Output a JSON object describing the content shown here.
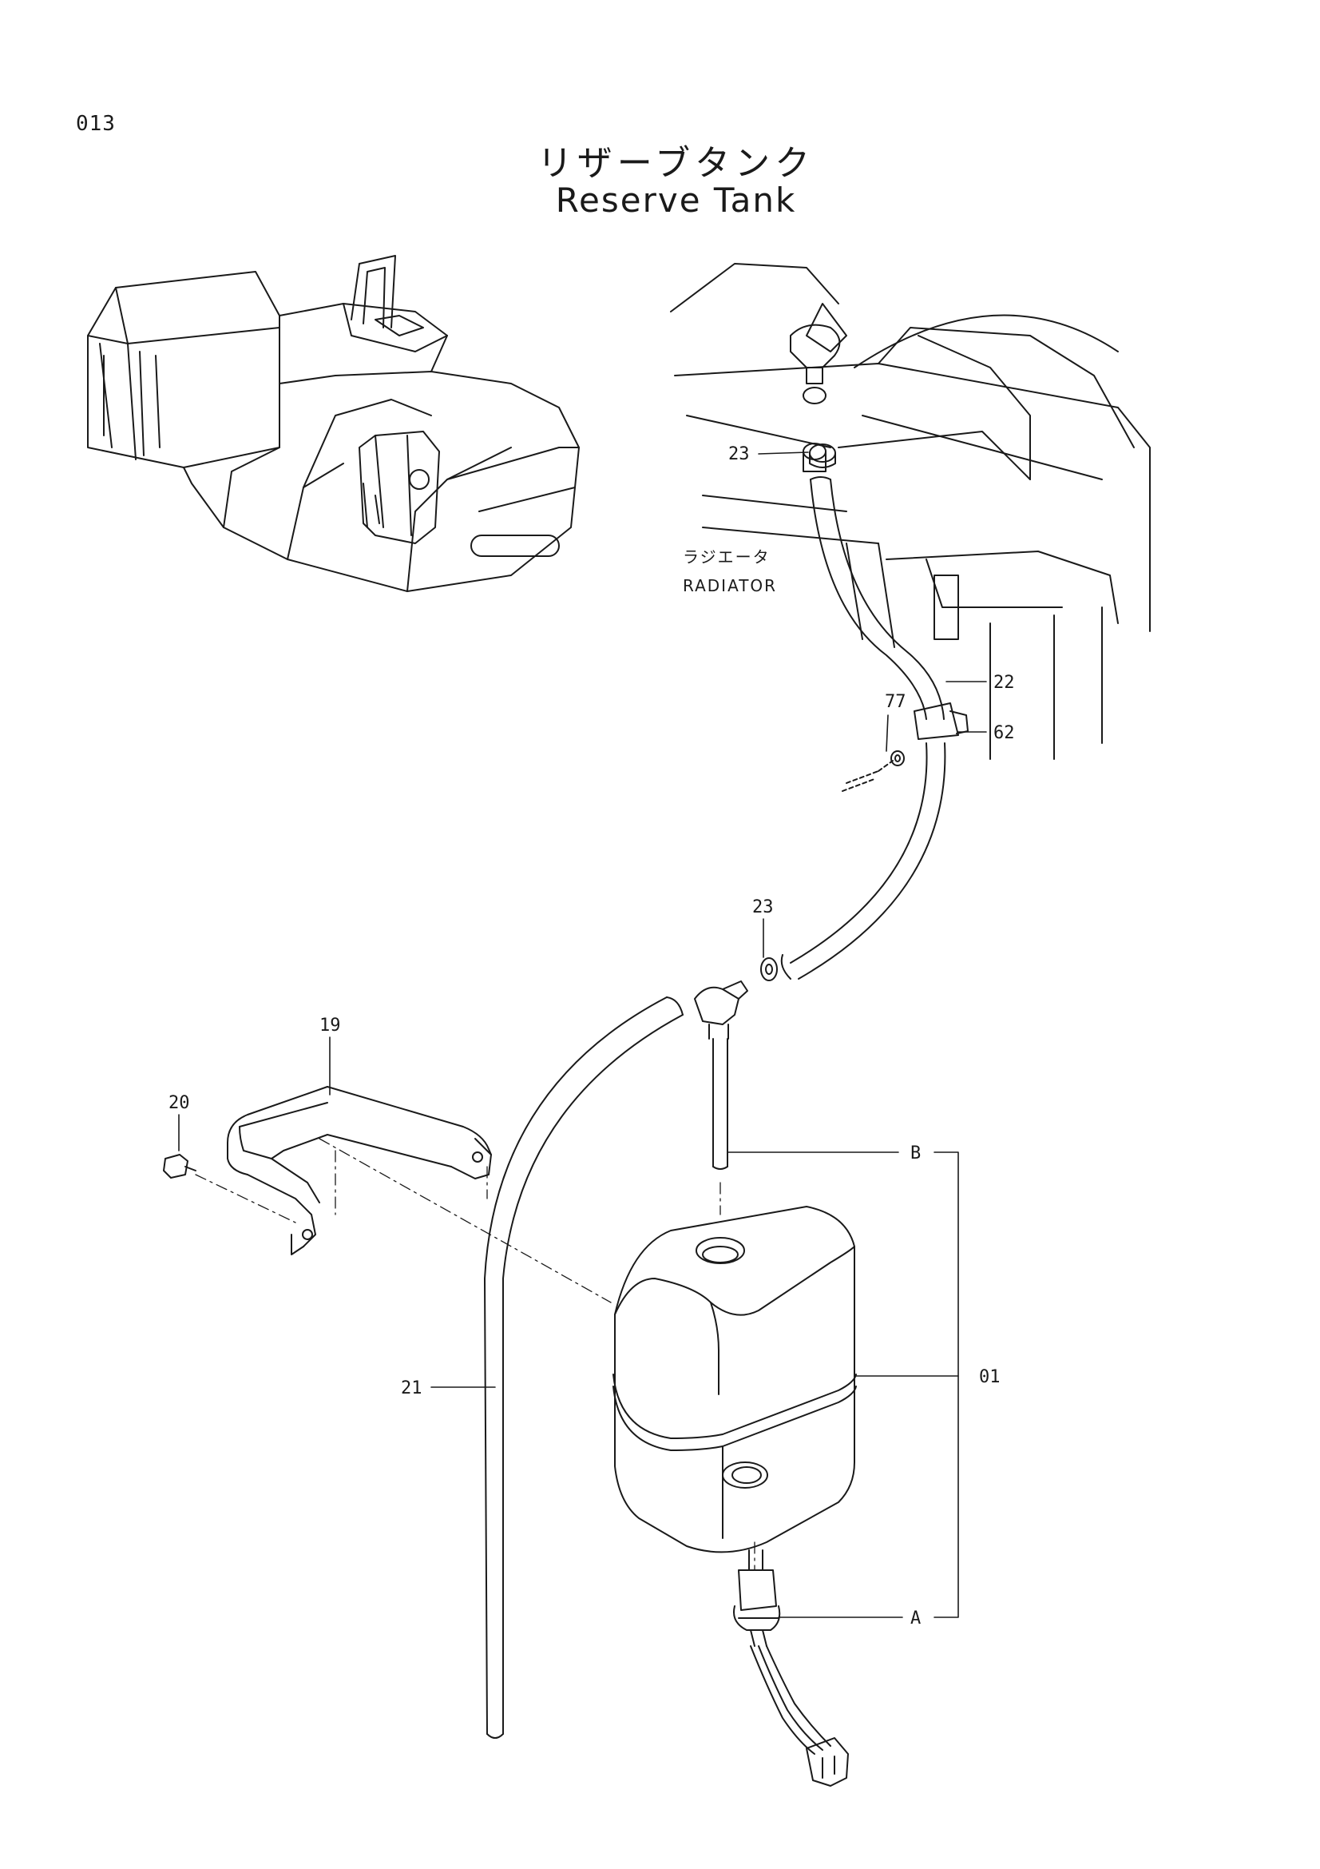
{
  "page": {
    "code": "013",
    "title_jp": "リザーブタンク",
    "title_en": "Reserve Tank"
  },
  "annotation": {
    "radiator_jp": "ラジエータ",
    "radiator_en": "RADIATOR"
  },
  "callouts": {
    "c23_top": "23",
    "c22": "22",
    "c77": "77",
    "c62": "62",
    "c23_mid": "23",
    "c19": "19",
    "c20": "20",
    "c21": "21",
    "c01": "01",
    "cB": "B",
    "cA": "A"
  }
}
